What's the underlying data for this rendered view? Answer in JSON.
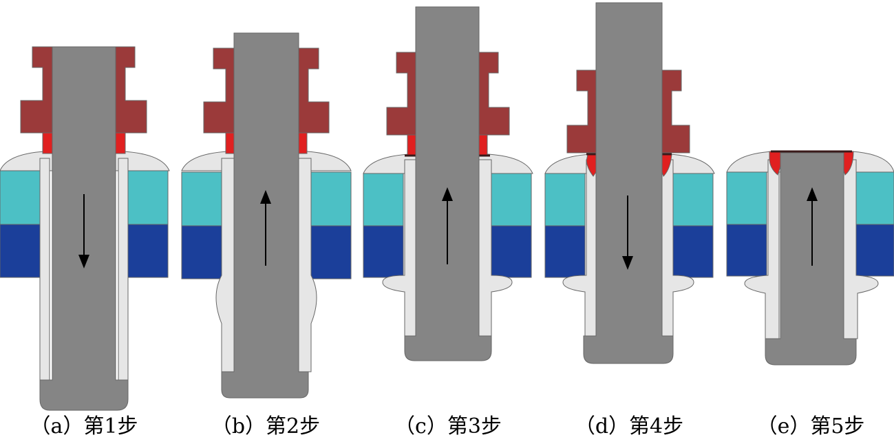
{
  "panels": [
    {
      "caption": "（a）第1步",
      "arrow": "down"
    },
    {
      "caption": "（b）第2步",
      "arrow": "up"
    },
    {
      "caption": "（c）第3步",
      "arrow": "up"
    },
    {
      "caption": "（d）第4步",
      "arrow": "down"
    },
    {
      "caption": "（e）第5步",
      "arrow": "up"
    }
  ],
  "colors": {
    "mandrel": "#858585",
    "rivet_sleeve": "#e6e6e6",
    "nose_piece": "#9b3a3a",
    "collar": "#e02020",
    "top_plate": "#4cc0c5",
    "bottom_plate": "#1b3f9a",
    "outline": "#666666"
  }
}
